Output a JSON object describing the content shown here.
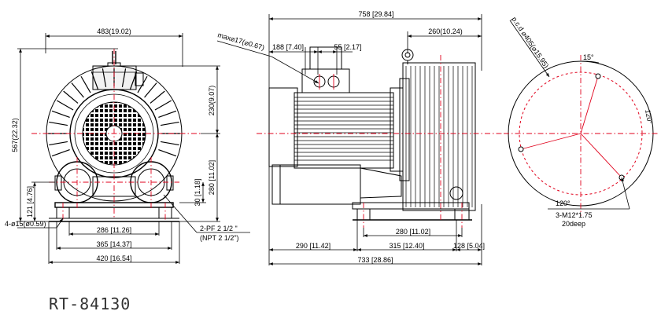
{
  "model": "RT-84130",
  "colors": {
    "line": "#000000",
    "centerline": "#e0001b"
  },
  "front_view": {
    "width_top": "483(19.02)",
    "height_total": "567(22.32)",
    "height_upper": "230(9.07)",
    "height_shaft": "280 [11.02]",
    "height_inlet": "30 [1.18]",
    "height_base": "121 [4.76]",
    "holes": "4-ø15(ø0.59)",
    "width_286": "286 [11.26]",
    "width_365": "365 [14.37]",
    "width_420": "420 [16.54]",
    "port_pf": "2-PF 2 1/2 \"",
    "port_npt": "(NPT 2 1/2\")"
  },
  "side_view": {
    "length_total_top": "758 [29.84]",
    "max_dia": "max⌀17(⌀0.67)",
    "dim_188": "188 [7.40]",
    "dim_55": "55 [2.17]",
    "dim_260": "260(10.24)",
    "dim_290": "290 [11.42]",
    "dim_280": "280 [11.02]",
    "dim_315": "315 [12.40]",
    "dim_128": "128 [5.04]",
    "length_total_bottom": "733 [28.86]"
  },
  "flange_view": {
    "pcd": "p.c.d ⌀405(⌀15.95)",
    "angle_15": "15°",
    "angle_120a": "120°",
    "angle_120b": "120°",
    "thread": "3-M12*1.75",
    "depth": "20deep"
  }
}
